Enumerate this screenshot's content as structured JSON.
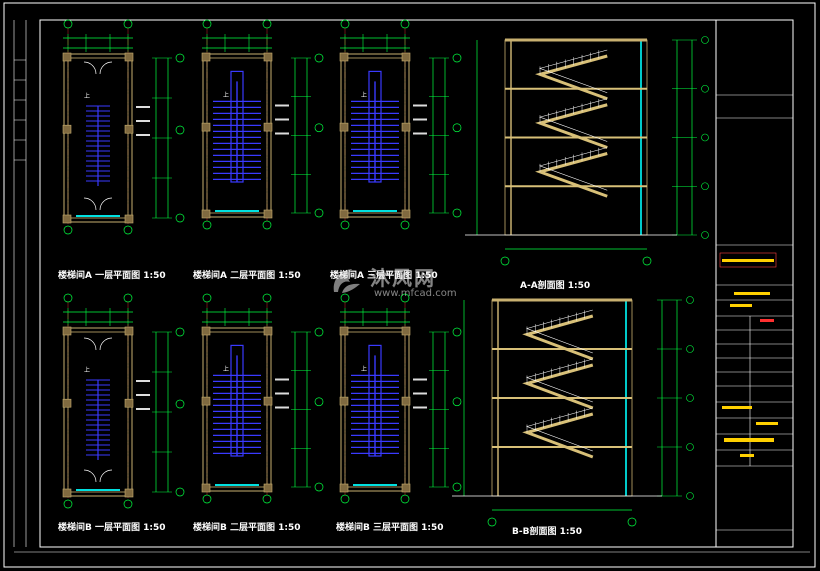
{
  "drawing": {
    "plans_top": [
      {
        "id": "stair-a-1f",
        "title": "楼梯间A 一层平面图  1:50",
        "up_label": "上"
      },
      {
        "id": "stair-a-2f",
        "title": "楼梯间A 二层平面图  1:50",
        "up_label": "上"
      },
      {
        "id": "stair-a-3f",
        "title": "楼梯间A 三层平面图  1:50",
        "up_label": "上"
      }
    ],
    "plans_bottom": [
      {
        "id": "stair-b-1f",
        "title": "楼梯间B 一层平面图  1:50",
        "up_label": "上"
      },
      {
        "id": "stair-b-2f",
        "title": "楼梯间B 二层平面图  1:50",
        "up_label": "上"
      },
      {
        "id": "stair-b-3f",
        "title": "楼梯间B 三层平面图  1:50",
        "up_label": "上"
      }
    ],
    "sections": [
      {
        "id": "section-aa",
        "title": "A-A剖面图  1:50"
      },
      {
        "id": "section-bb",
        "title": "B-B剖面图  1:50"
      }
    ]
  },
  "watermark": {
    "cn": "沐风网",
    "en": "www.mfcad.com"
  },
  "colors": {
    "background": "#000000",
    "wall": "#c8b070",
    "stair": "#3a3aff",
    "dimension": "#00ff40",
    "frame": "#ffffff",
    "section_stair": "#d8c078",
    "axis": "#ff3030",
    "highlight": "#ffd000",
    "cyan": "#00e0e0"
  }
}
